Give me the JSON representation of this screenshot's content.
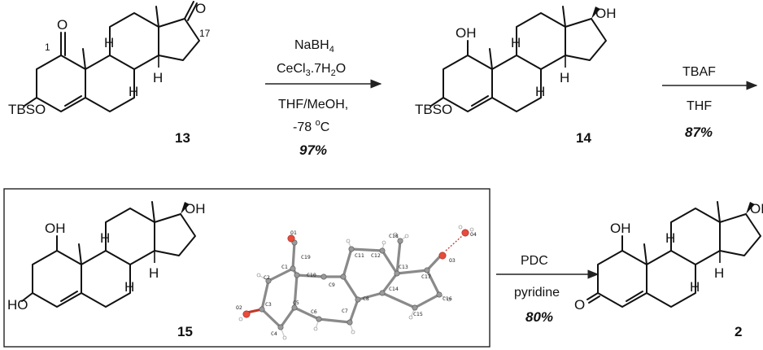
{
  "step1": {
    "reagent1": "NaBH",
    "reagent1_sub": "4",
    "reagent2": "CeCl",
    "reagent2_sub1": "3",
    "reagent2_mid": ".7H",
    "reagent2_sub2": "2",
    "reagent2_end": "O",
    "solvent": "THF/MeOH,",
    "temp": "-78 ",
    "temp_sup": "o",
    "temp_unit": "C",
    "yield": "97%"
  },
  "step2": {
    "reagent": "TBAF",
    "solvent": "THF",
    "yield": "87%"
  },
  "step3": {
    "reagent": "PDC",
    "solvent": "pyridine",
    "yield": "80%"
  },
  "compounds": {
    "c13": {
      "label": "13",
      "sub": "TBSO",
      "pos1": "1",
      "pos17": "17",
      "o_top": "O",
      "o_left": "O",
      "h": "H"
    },
    "c14": {
      "label": "14",
      "sub": "TBSO",
      "oh": "OH",
      "h": "H"
    },
    "c15": {
      "label": "15",
      "oh": "OH",
      "ho": "HO",
      "h": "H"
    },
    "c2": {
      "label": "2",
      "oh": "OH",
      "o": "O",
      "h": "H"
    }
  },
  "crystal_atoms": [
    "O1",
    "C19",
    "C1",
    "C2",
    "C10",
    "C11",
    "C12",
    "C18",
    "C13",
    "C17",
    "O3",
    "O4",
    "C9",
    "C14",
    "C8",
    "C16",
    "C15",
    "C7",
    "C6",
    "C5",
    "C3",
    "C4",
    "O2"
  ]
}
